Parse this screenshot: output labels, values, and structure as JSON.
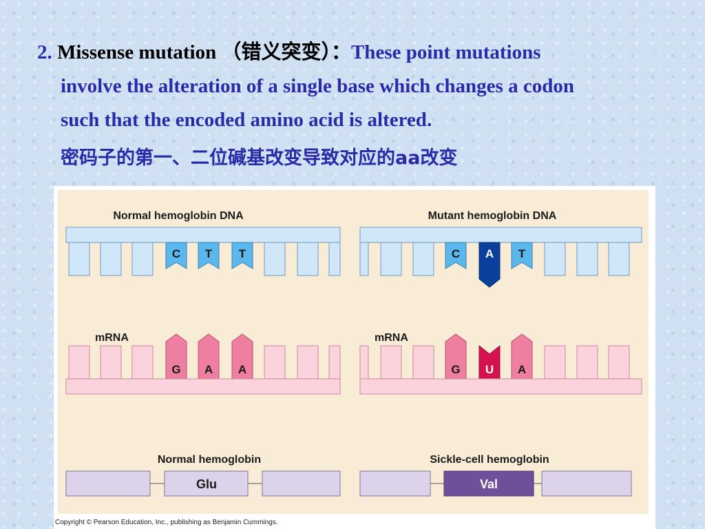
{
  "heading": {
    "number": "2.",
    "term": "Missense mutation",
    "term_cn": "（错义突变）：",
    "desc_line1": "These point mutations",
    "desc_line2": "involve the alteration of a single base which changes a codon",
    "desc_line3": "such that the encoded amino acid is altered.",
    "cn_line": "密码子的第一、二位碱基改变导致对应的aa改变"
  },
  "figure": {
    "normal_dna_label": "Normal hemoglobin DNA",
    "mutant_dna_label": "Mutant hemoglobin DNA",
    "normal_dna_bases": [
      "C",
      "T",
      "T"
    ],
    "mutant_dna_bases": [
      "C",
      "A",
      "T"
    ],
    "mrna_label": "mRNA",
    "normal_mrna_bases": [
      "G",
      "A",
      "A"
    ],
    "mutant_mrna_bases": [
      "G",
      "U",
      "A"
    ],
    "normal_protein_label": "Normal hemoglobin",
    "mutant_protein_label": "Sickle-cell hemoglobin",
    "normal_amino_acid": "Glu",
    "mutant_amino_acid": "Val",
    "copyright": "Copyright © Pearson Education, Inc., publishing as Benjamin Cummings."
  },
  "colors": {
    "heading_blue": "#2a2aa8",
    "panel_bg": "#f8ecd7",
    "dna_fill": "#cfe7f8",
    "dna_highlight": "#5bb8ec",
    "dna_mutant": "#0a3f9c",
    "mrna_fill": "#fbd3dc",
    "mrna_highlight": "#ef7fa0",
    "mrna_mutant": "#d4134e",
    "protein_fill": "#dcd3ea",
    "protein_mutant": "#6e4f9a"
  }
}
